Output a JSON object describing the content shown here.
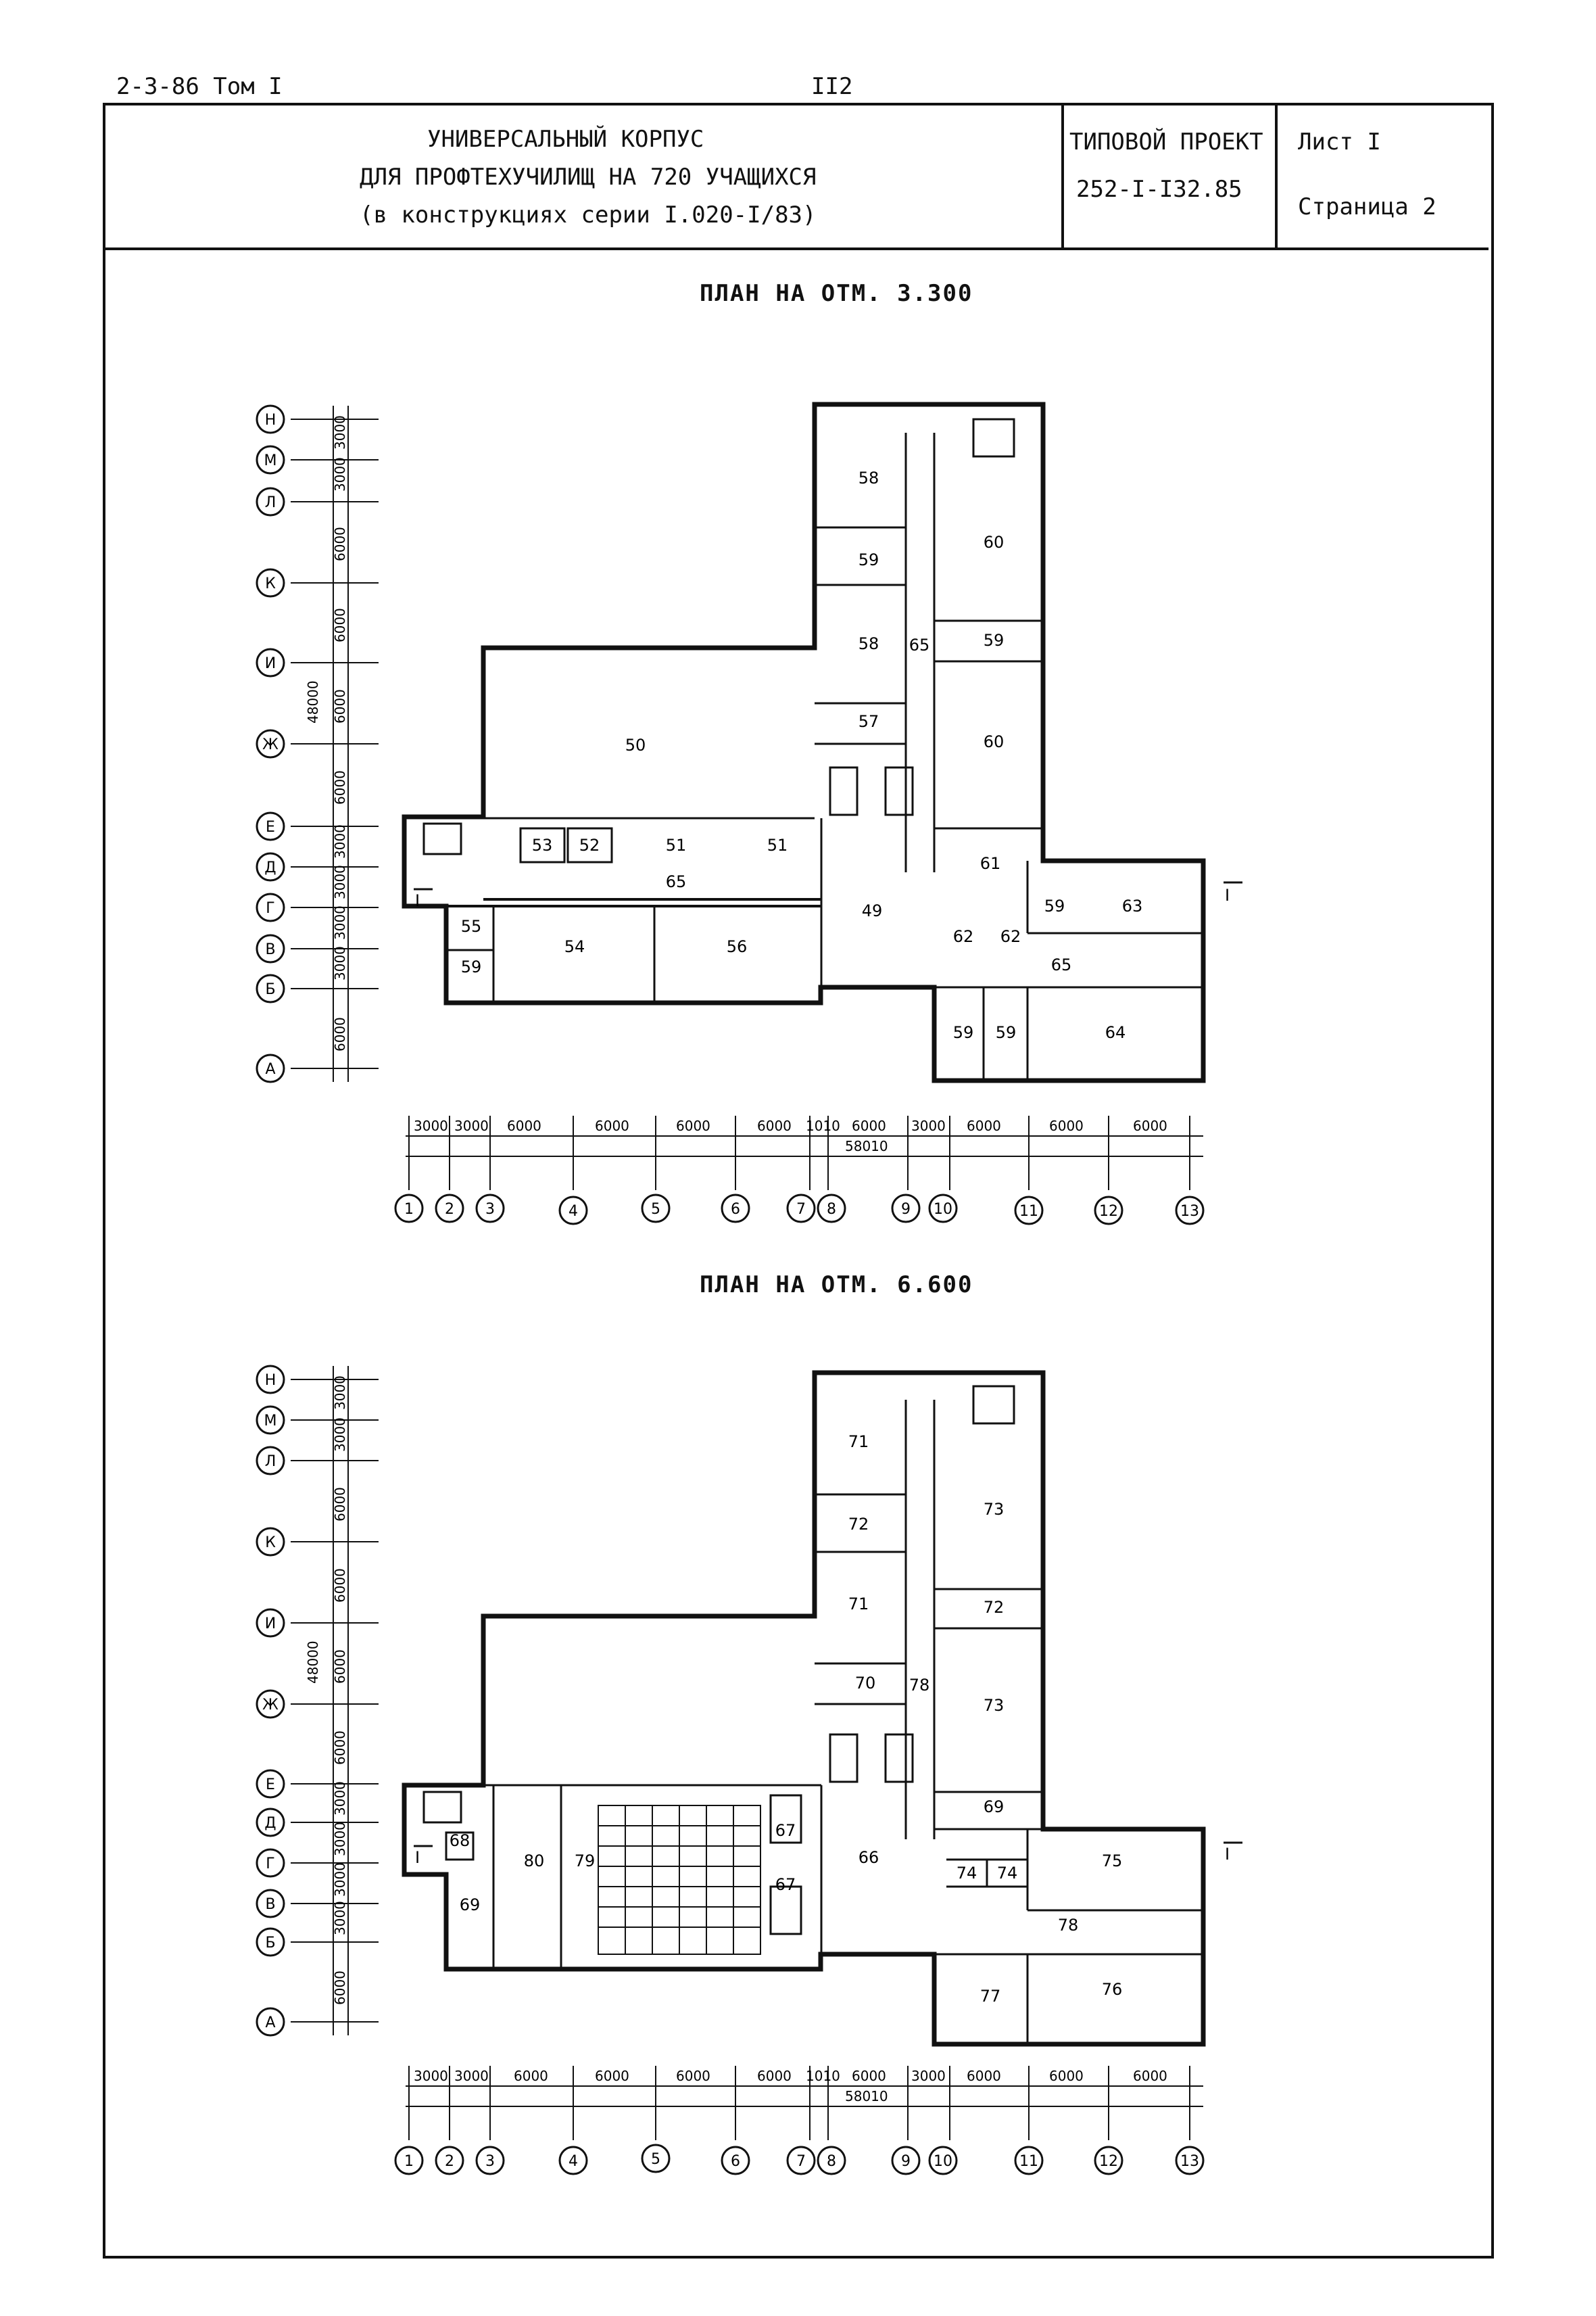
{
  "header": {
    "doc_code": "2-3-86 Том I",
    "page_number": "II2"
  },
  "title_block": {
    "name_line1": "УНИВЕРСАЛЬНЫЙ КОРПУС",
    "name_line2": "ДЛЯ ПРОФТЕХУЧИЛИЩ НА 720 УЧАЩИХСЯ",
    "name_line3": "(в конструкциях серии I.020-I/83)",
    "project_label": "ТИПОВОЙ ПРОЕКТ",
    "project_code": "252-I-I32.85",
    "sheet_label": "Лист  I",
    "page_label": "Страница  2"
  },
  "plan1": {
    "title": "ПЛАН НА ОТМ.  3.300",
    "rows": [
      "Н",
      "М",
      "Л",
      "К",
      "И",
      "Ж",
      "Е",
      "Д",
      "Г",
      "В",
      "Б",
      "А"
    ],
    "row_dims": [
      "3000",
      "3000",
      "6000",
      "6000",
      "6000",
      "6000",
      "3000",
      "3000",
      "3000",
      "3000",
      "6000"
    ],
    "total_height": "48000",
    "cols": [
      "1",
      "2",
      "3",
      "4",
      "5",
      "6",
      "7",
      "8",
      "9",
      "10",
      "11",
      "12",
      "13"
    ],
    "col_dims": [
      "3000",
      "3000",
      "6000",
      "6000",
      "6000",
      "6000",
      "1010",
      "6000",
      "3000",
      "6000",
      "6000",
      "6000"
    ],
    "total_width": "58010",
    "section_mark": "I",
    "rooms": [
      "58",
      "60",
      "59",
      "58",
      "65",
      "59",
      "57",
      "60",
      "50",
      "53",
      "52",
      "51",
      "51",
      "65",
      "61",
      "49",
      "55",
      "54",
      "56",
      "59",
      "63",
      "62",
      "62",
      "65",
      "59",
      "59",
      "59",
      "64"
    ]
  },
  "plan2": {
    "title": "ПЛАН НА ОТМ.  6.600",
    "rows": [
      "Н",
      "М",
      "Л",
      "К",
      "И",
      "Ж",
      "Е",
      "Д",
      "Г",
      "В",
      "Б",
      "А"
    ],
    "row_dims": [
      "3000",
      "3000",
      "6000",
      "6000",
      "6000",
      "6000",
      "3000",
      "3000",
      "3000",
      "3000",
      "6000"
    ],
    "total_height": "48000",
    "cols": [
      "1",
      "2",
      "3",
      "4",
      "5",
      "6",
      "7",
      "8",
      "9",
      "10",
      "11",
      "12",
      "13"
    ],
    "col_dims": [
      "3000",
      "3000",
      "6000",
      "6000",
      "6000",
      "6000",
      "1010",
      "6000",
      "3000",
      "6000",
      "6000",
      "6000"
    ],
    "total_width": "58010",
    "section_mark": "I",
    "rooms": [
      "71",
      "73",
      "72",
      "71",
      "72",
      "70",
      "78",
      "73",
      "69",
      "68",
      "80",
      "79",
      "67",
      "66",
      "67",
      "75",
      "74",
      "74",
      "69",
      "78",
      "77",
      "76"
    ]
  }
}
